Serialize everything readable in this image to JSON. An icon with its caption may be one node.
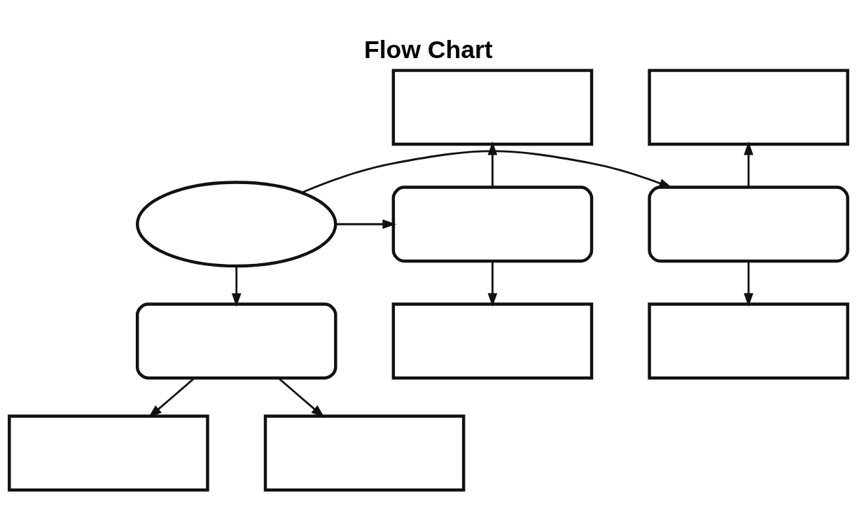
{
  "diagram": {
    "title": "Flow Chart",
    "nodes": [
      {
        "text": [],
        "shape": "box"
      },
      {
        "text": [],
        "shape": "box"
      },
      {
        "text": [],
        "shape": "roundbox"
      },
      {
        "text": [],
        "shape": "ellipse"
      },
      {
        "text": [],
        "shape": "roundbox"
      },
      {
        "text": [],
        "shape": "box"
      },
      {
        "text": [],
        "shape": "roundbox"
      },
      {
        "text": [],
        "shape": "box"
      },
      {
        "text": [],
        "shape": "box"
      },
      {
        "text": [],
        "shape": "box"
      }
    ],
    "edges": [
      {
        "from": 3,
        "to": 2,
        "arrow": "to"
      },
      {
        "from": 3,
        "to": 4,
        "arrow": "to"
      },
      {
        "from": 3,
        "to": 6,
        "arrow": "to"
      },
      {
        "from": 2,
        "to": 0,
        "arrow": "to"
      },
      {
        "from": 2,
        "to": 5,
        "arrow": "to"
      },
      {
        "from": 4,
        "to": 1,
        "arrow": "to"
      },
      {
        "from": 4,
        "to": 7,
        "arrow": "to"
      },
      {
        "from": 6,
        "to": 8,
        "arrow": "to"
      },
      {
        "from": 6,
        "to": 9,
        "arrow": "to"
      }
    ]
  }
}
